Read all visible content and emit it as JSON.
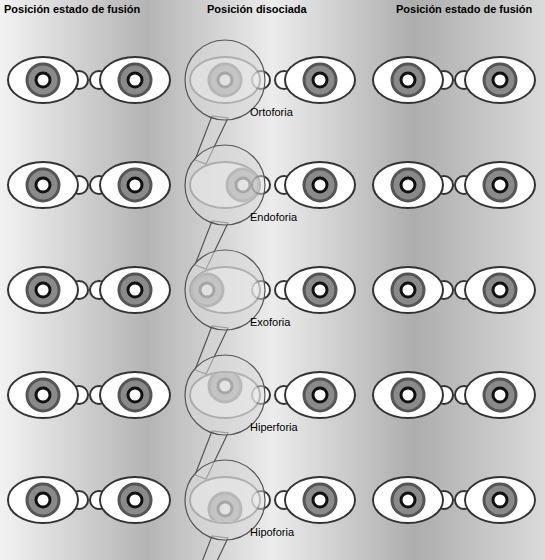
{
  "diagram": {
    "labels": [
      "Posición estado de fusión",
      "Posición disociada",
      "Posición estado de fusión",
      "Ortoforia",
      "Endoforia",
      "Exoforia",
      "Hiperforia",
      "Hipoforia"
    ]
  }
}
